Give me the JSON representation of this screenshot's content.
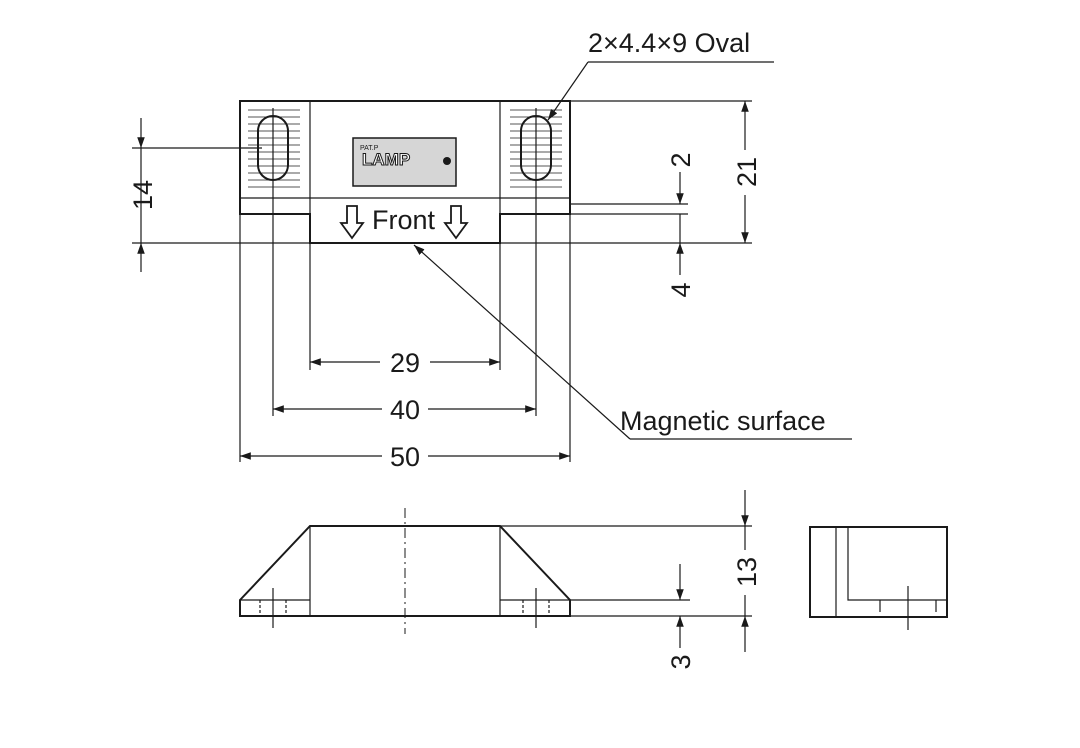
{
  "colors": {
    "body_fill": "#c6c6c6",
    "line": "#1a1a1a",
    "background": "#ffffff"
  },
  "callouts": {
    "oval_holes": "2×4.4×9 Oval",
    "magnetic_surface": "Magnetic surface"
  },
  "front_view": {
    "logo_brand": "LAMP",
    "logo_small": "PAT.P",
    "front_label": "Front",
    "arrow_icon": "down-arrow-outline-icon"
  },
  "dimensions": {
    "hole_height": "14",
    "height_total": "21",
    "top_offset": "2",
    "front_step": "4",
    "inner_width": "29",
    "hole_pitch": "40",
    "overall_width": "50",
    "side_height": "13",
    "base_thickness": "3"
  }
}
